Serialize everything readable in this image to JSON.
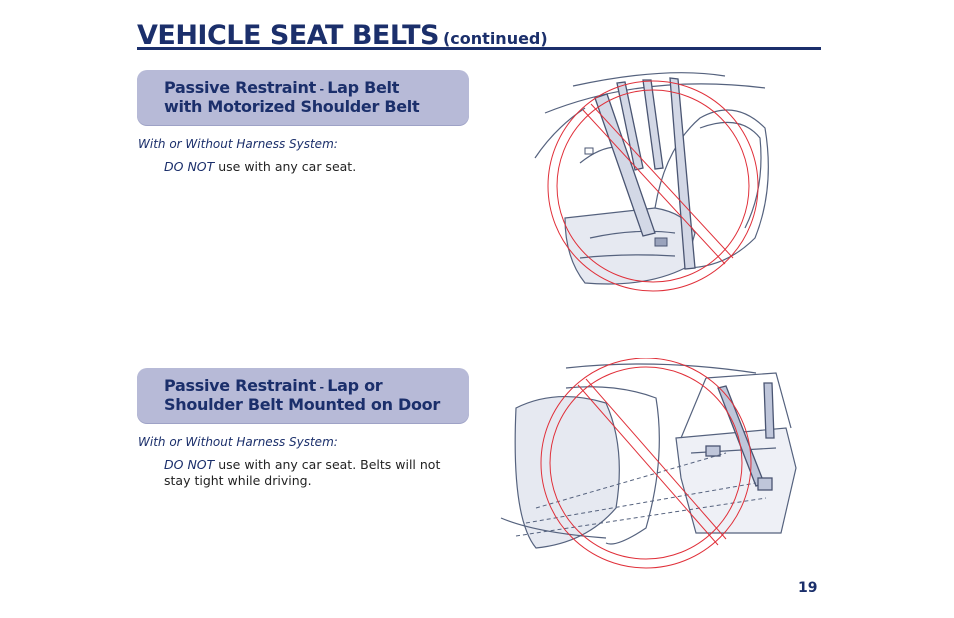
{
  "header": {
    "title": "VEHICLE SEAT BELTS",
    "subtitle": "(continued)"
  },
  "sections": [
    {
      "heading_part1": "Passive Restraint",
      "heading_dash": " - ",
      "heading_part2": "Lap Belt",
      "heading_line2": "with Motorized Shoulder Belt",
      "subheading": "With or Without Harness System:",
      "emphasis": "DO NOT",
      "text": " use with any car seat.",
      "illustration": "motorized-shoulder-belt-seat-prohibited"
    },
    {
      "heading_part1": "Passive Restraint",
      "heading_dash": " - ",
      "heading_part2": "Lap or",
      "heading_line2": "Shoulder Belt Mounted on Door",
      "subheading": "With or Without Harness System:",
      "emphasis": "DO NOT",
      "text": " use with any car seat.  Belts will not stay tight while driving.",
      "illustration": "door-mounted-belt-seat-prohibited"
    }
  ],
  "footer": {
    "page_number": "19"
  },
  "colors": {
    "navy": "#1b2f6b",
    "pill": "#b7bad7",
    "prohibition_red": "#e0303a",
    "sketch": "#55627e"
  }
}
